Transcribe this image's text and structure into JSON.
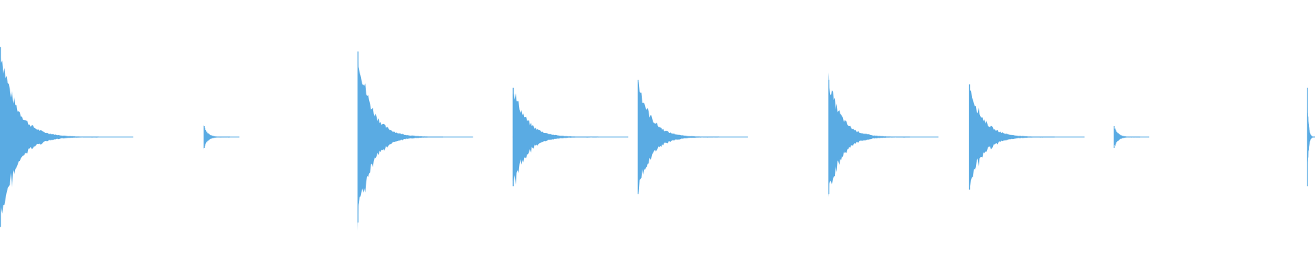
{
  "waveform": {
    "color": "#5aabe3",
    "background": "#ffffff",
    "transients": [
      {
        "time": 0.0,
        "peak": 0.82,
        "decay": 0.075
      },
      {
        "time": 0.155,
        "peak": 0.1,
        "decay": 0.02
      },
      {
        "time": 0.272,
        "peak": 0.78,
        "decay": 0.065
      },
      {
        "time": 0.39,
        "peak": 0.45,
        "decay": 0.065
      },
      {
        "time": 0.485,
        "peak": 0.52,
        "decay": 0.062
      },
      {
        "time": 0.63,
        "peak": 0.52,
        "decay": 0.062
      },
      {
        "time": 0.737,
        "peak": 0.48,
        "decay": 0.065
      },
      {
        "time": 0.847,
        "peak": 0.1,
        "decay": 0.02
      },
      {
        "time": 0.994,
        "peak": 0.45,
        "decay": 0.006
      }
    ]
  }
}
